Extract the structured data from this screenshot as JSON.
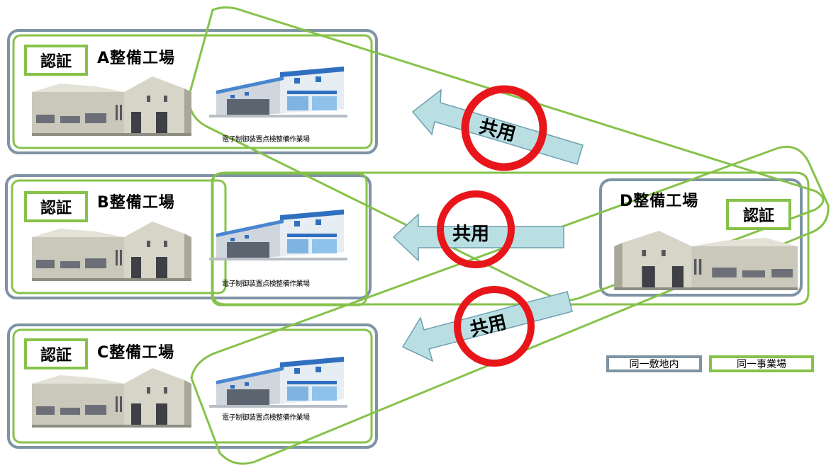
{
  "colors": {
    "same_site": "#7e94a4",
    "same_business": "#86c24a",
    "shared_mark": "#e8161a",
    "arrow_fill": "#b9dfe3",
    "arrow_stroke": "#6e9fb0",
    "building_wall": "#c4c3b4",
    "workshop_blue": "#2f6fc0"
  },
  "factories": [
    {
      "cert_label": "認証",
      "title": "A整備工場",
      "workshop_caption": "電子制御装置点検整備作業場"
    },
    {
      "cert_label": "認証",
      "title": "B整備工場",
      "workshop_caption": "電子制御装置点検整備作業場"
    },
    {
      "cert_label": "認証",
      "title": "C整備工場",
      "workshop_caption": "電子制御装置点検整備作業場"
    }
  ],
  "d_factory": {
    "title": "D整備工場",
    "cert_label": "認証"
  },
  "shared_label": "共用",
  "legend": {
    "same_site": "同一敷地内",
    "same_business": "同一事業場"
  }
}
